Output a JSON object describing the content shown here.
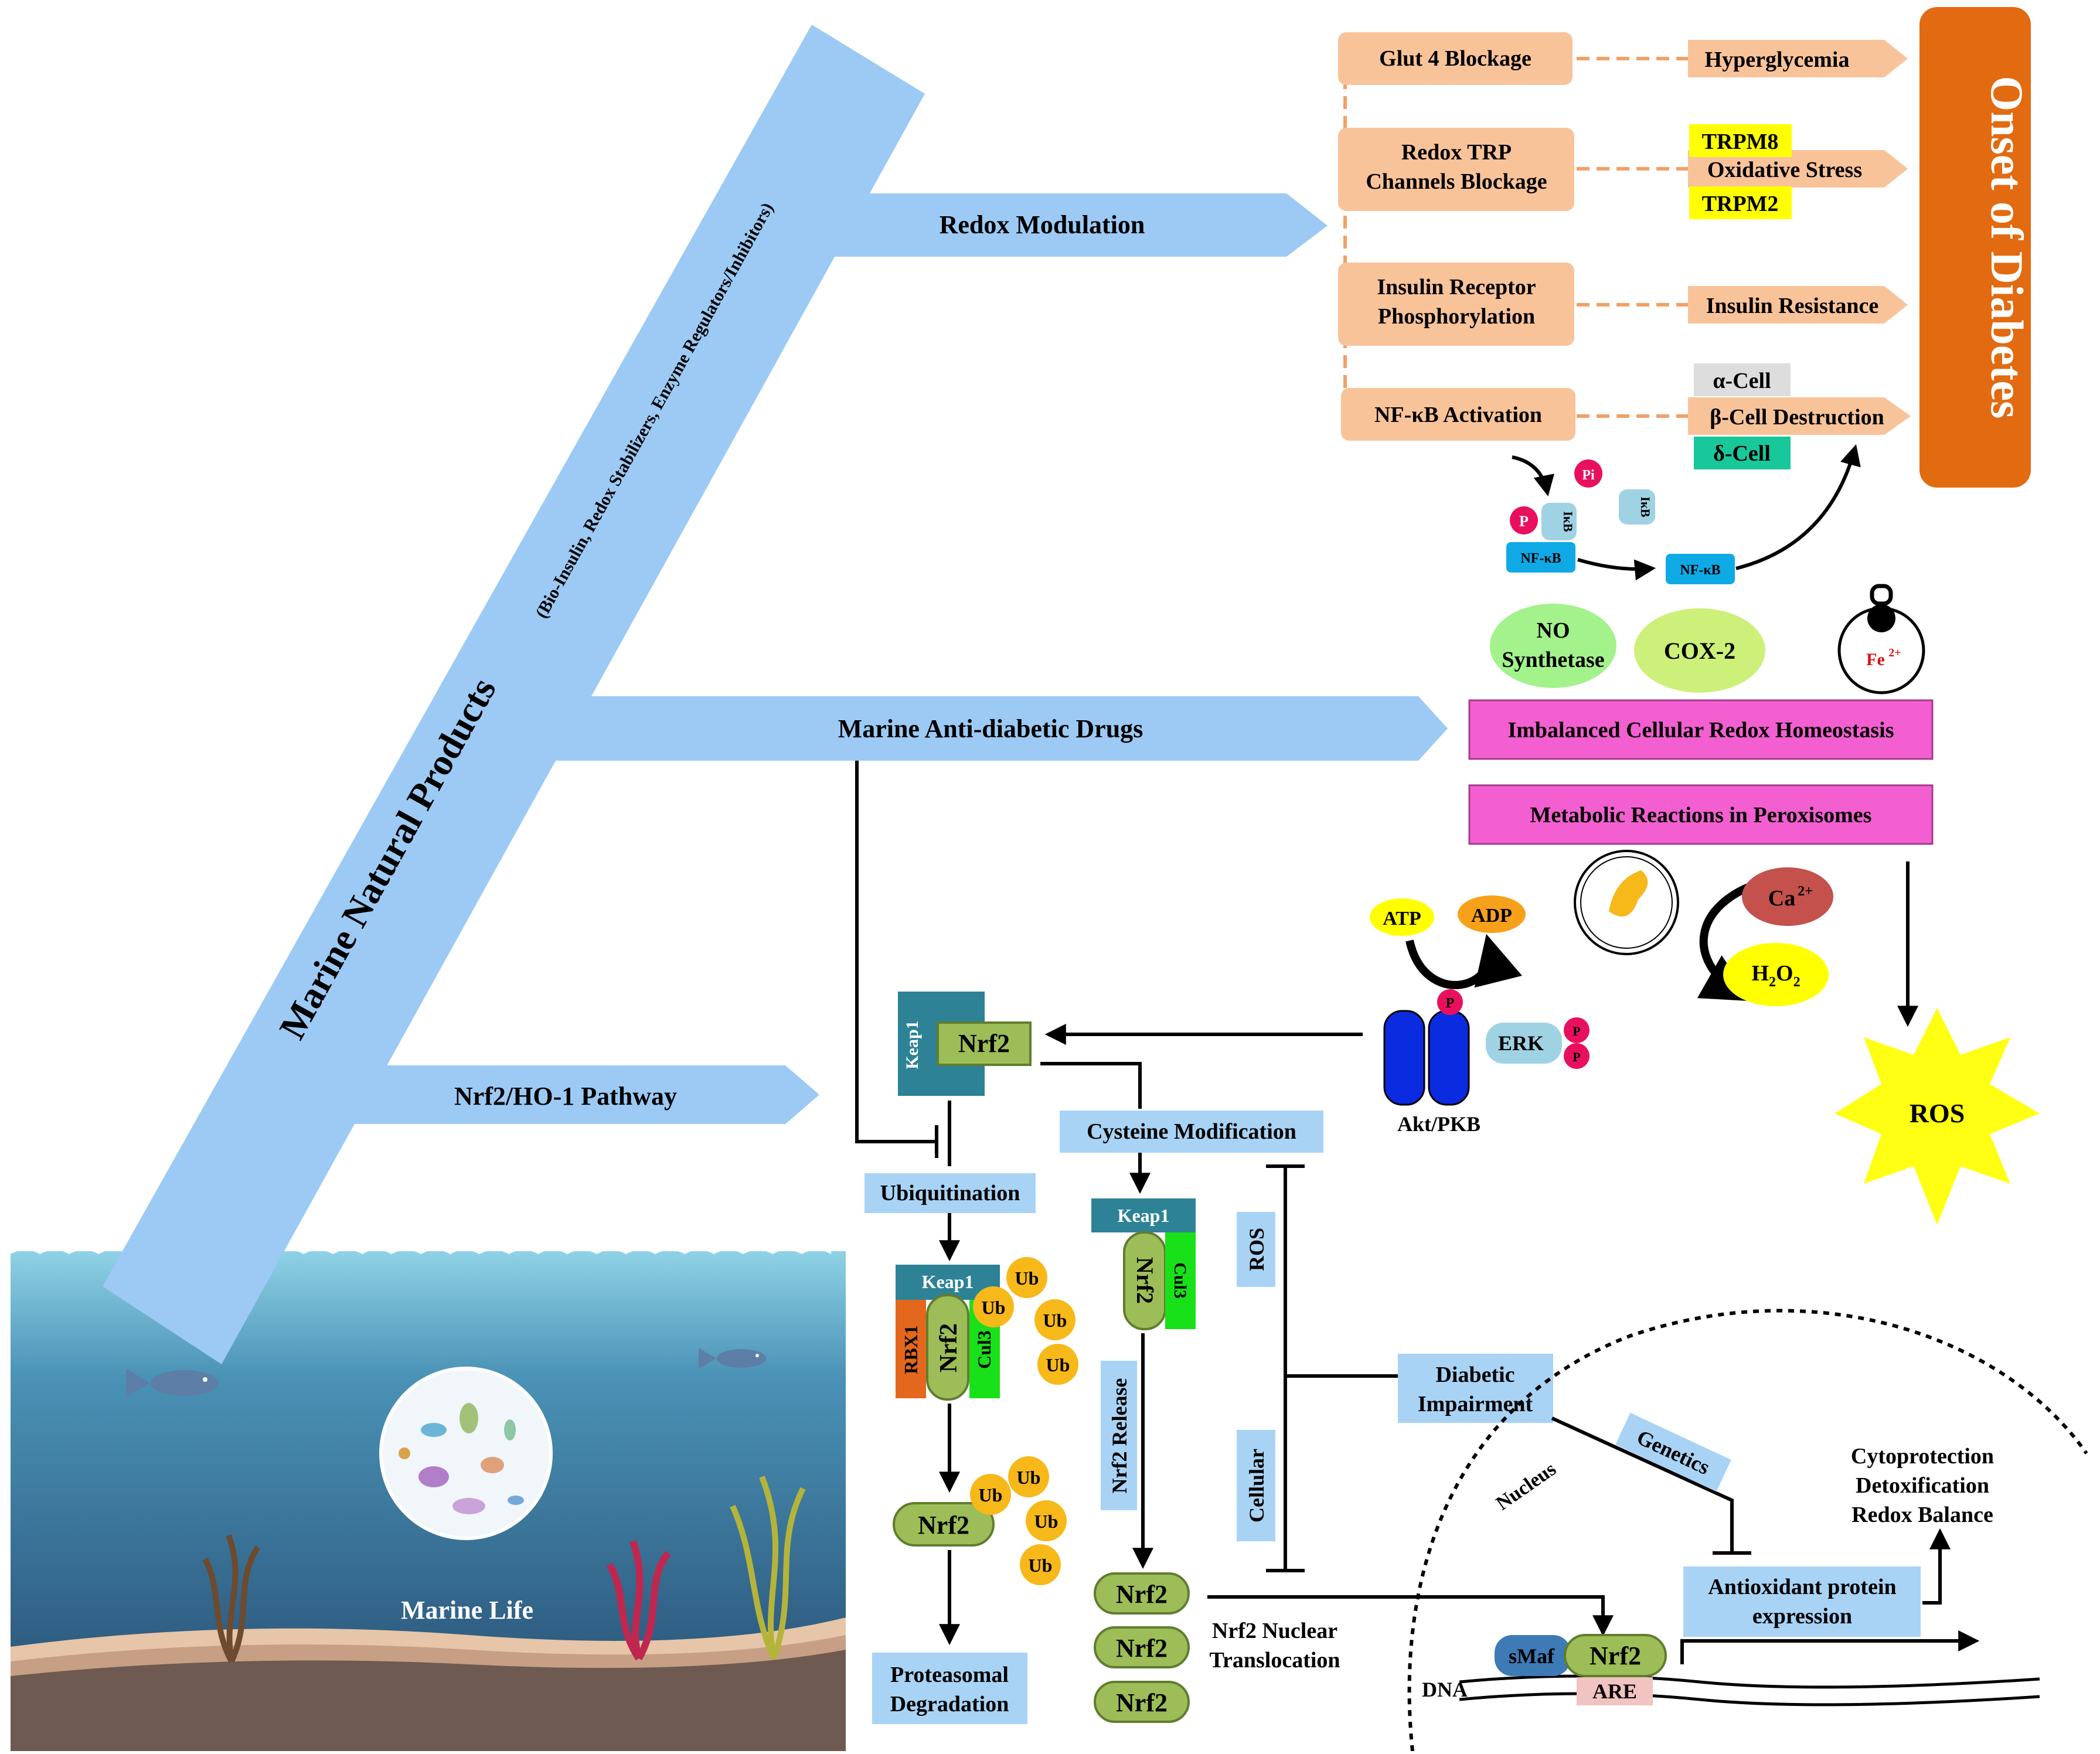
{
  "main_label": "Marine Natural Products",
  "main_sublabel": "(Bio-Insulin, Redox Stabilizers, Enzyme Regulators/Inhibitors)",
  "branches": {
    "redox": "Redox Modulation",
    "drugs": "Marine Anti-diabetic Drugs",
    "nrf2_pathway": "Nrf2/HO-1 Pathway"
  },
  "mechanisms": {
    "glut4": "Glut 4 Blockage",
    "trp_line1": "Redox TRP",
    "trp_line2": "Channels Blockage",
    "insulin_line1": "Insulin Receptor",
    "insulin_line2": "Phosphorylation",
    "nfkb": "NF-κB Activation"
  },
  "outcomes": {
    "hyperglycemia": "Hyperglycemia",
    "oxidative": "Oxidative Stress",
    "trpm8": "TRPM8",
    "trpm2": "TRPM2",
    "insulin_resistance": "Insulin Resistance",
    "alpha": "α-Cell",
    "beta": "β-Cell Destruction",
    "delta": "δ-Cell"
  },
  "onset": "Onset of Diabetes",
  "nfkb_complex": {
    "p": "P",
    "pi": "Pi",
    "ikb": "IκB",
    "nfkb": "NF-κB"
  },
  "enzymes": {
    "nos_line1": "NO",
    "nos_line2": "Synthetase",
    "cox2": "COX-2",
    "fe": "Fe",
    "fe_charge": "2+"
  },
  "imbalance": "Imbalanced Cellular Redox Homeostasis",
  "metabolic": "Metabolic Reactions in Peroxisomes",
  "atp": "ATP",
  "adp": "ADP",
  "ca": "Ca",
  "ca_charge": "2+",
  "h2o2": "H",
  "h2o2_sub1": "2",
  "h2o2_o": "O",
  "h2o2_sub2": "2",
  "ros": "ROS",
  "akt": "Akt/PKB",
  "erk": "ERK",
  "keap1": "Keap1",
  "nrf2": "Nrf2",
  "ubiquitination": "Ubiquitination",
  "cysteine": "Cysteine Modification",
  "rbx1": "RBX1",
  "cul3": "Cul3",
  "ub": "Ub",
  "proteasomal_line1": "Proteasomal",
  "proteasomal_line2": "Degradation",
  "nrf2_release": "Nrf2 Release",
  "ros_box": "ROS",
  "cellular_box": "Cellular",
  "diabetic_line1": "Diabetic",
  "diabetic_line2": "Impairment",
  "genetics": "Genetics",
  "nucleus": "Nucleus",
  "translocation_line1": "Nrf2 Nuclear",
  "translocation_line2": "Translocation",
  "antioxidant_line1": "Antioxidant protein",
  "antioxidant_line2": "expression",
  "cyto": "Cytoprotection",
  "detox": "Detoxification",
  "redox_balance": "Redox Balance",
  "smaf": "sMaf",
  "are": "ARE",
  "dna": "DNA",
  "marine_life": "Marine Life",
  "colors": {
    "arrow_blue": "#9ccaf4",
    "peach": "#f9c39a",
    "onset_orange": "#e26a10",
    "magenta": "#f35fd0",
    "teal": "#2d8296",
    "green": "#9cbd57",
    "bright_green": "#19e119",
    "ub_yellow": "#f7b81a",
    "rbx_orange": "#e3671d"
  }
}
